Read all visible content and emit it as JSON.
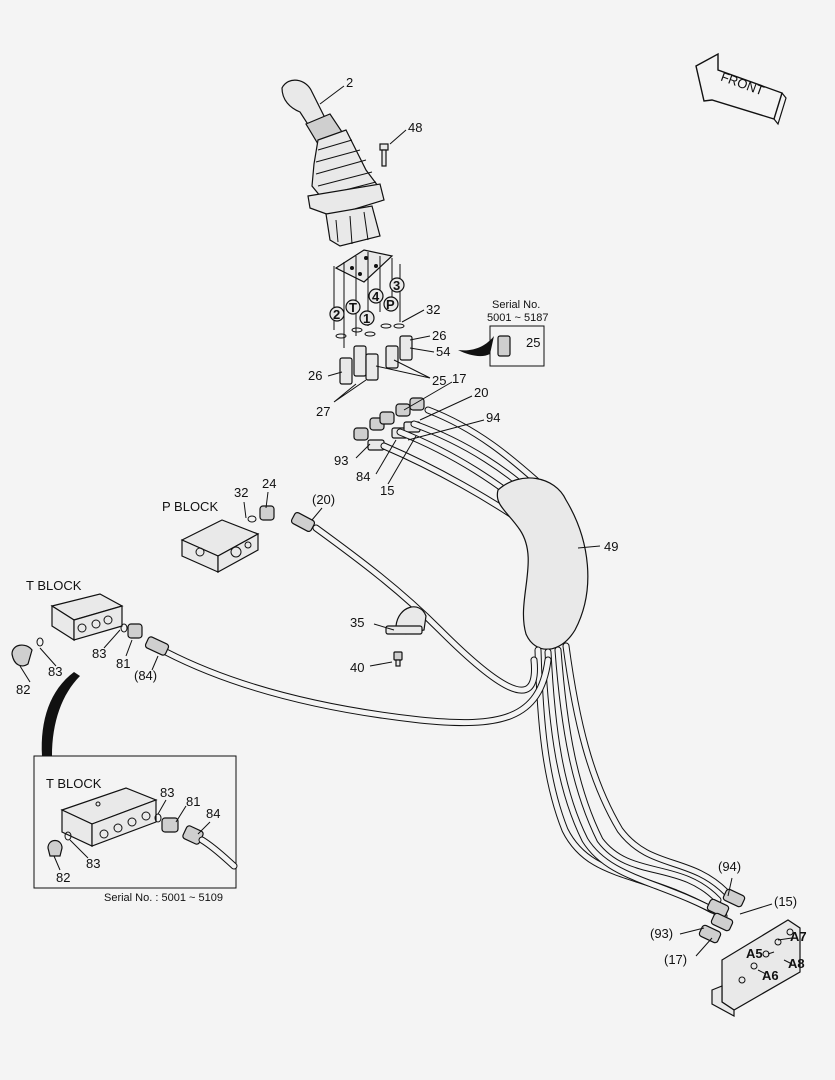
{
  "front_label": "FRONT",
  "part_numbers": {
    "n2": "2",
    "n48": "48",
    "n32a": "32",
    "n26a": "26",
    "n54": "54",
    "n26b": "26",
    "n25a": "25",
    "n17": "17",
    "n20": "20",
    "n27": "27",
    "n94": "94",
    "n93": "93",
    "n84a": "84",
    "n15": "15",
    "n32b": "32",
    "n24": "24",
    "n20p": "(20)",
    "n49": "49",
    "n35": "35",
    "n40": "40",
    "n83a": "83",
    "n83b": "83",
    "n81a": "81",
    "n82a": "82",
    "n84p": "(84)",
    "n83c": "83",
    "n81b": "81",
    "n84b": "84",
    "n83d": "83",
    "n82b": "82",
    "n94p": "(94)",
    "n15p": "(15)",
    "n93p": "(93)",
    "n17p": "(17)",
    "n25b": "25"
  },
  "port_labels": {
    "p2": "2",
    "pT": "T",
    "p1": "1",
    "p4": "4",
    "pP": "P",
    "p3": "3"
  },
  "terminal_labels": {
    "a5": "A5",
    "a6": "A6",
    "a7": "A7",
    "a8": "A8"
  },
  "block_labels": {
    "p_block": "P BLOCK",
    "t_block": "T BLOCK",
    "t_block_inset": "T BLOCK"
  },
  "serial_top": {
    "line1": "Serial No.",
    "line2": "5001 ~ 5187"
  },
  "serial_bottom": "Serial No. : 5001 ~ 5109"
}
